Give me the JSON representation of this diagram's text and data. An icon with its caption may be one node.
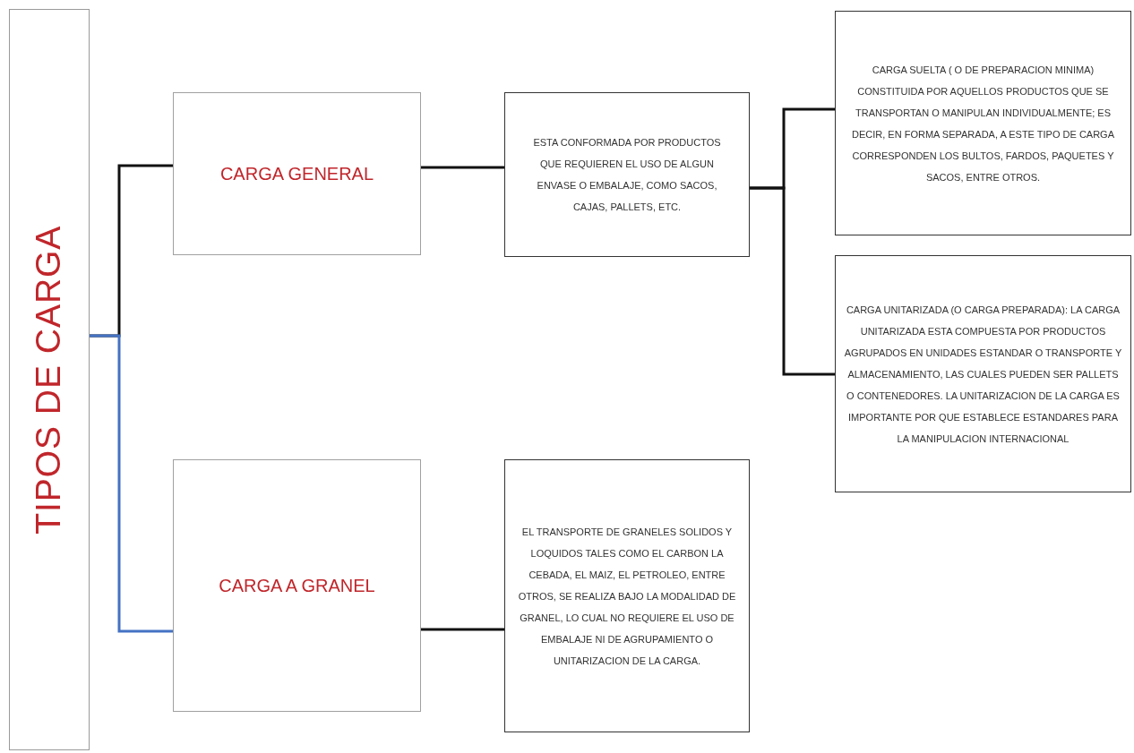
{
  "diagram": {
    "nodes": [
      {
        "text": [
          "TIPOS DE CARGA"
        ]
      },
      {
        "text": [
          "CARGA GENERAL"
        ]
      },
      {
        "text": [
          "ESTA CONFORMADA POR PRODUCTOS QUE REQUIEREN EL USO DE ALGUN ENVASE O EMBALAJE, COMO SACOS, CAJAS, PALLETS, ETC."
        ]
      },
      {
        "text": [
          "CARGA SUELTA ( O DE PREPARACION MINIMA) CONSTITUIDA POR AQUELLOS PRODUCTOS QUE SE TRANSPORTAN O MANIPULAN INDIVIDUALMENTE; ES DECIR, EN FORMA SEPARADA, A ESTE TIPO DE CARGA CORRESPONDEN LOS BULTOS, FARDOS, PAQUETES Y SACOS, ENTRE OTROS."
        ]
      },
      {
        "text": [
          "CARGA UNITARIZADA (O CARGA PREPARADA): LA CARGA UNITARIZADA ESTA COMPUESTA POR PRODUCTOS AGRUPADOS EN UNIDADES ESTANDAR O TRANSPORTE Y ALMACENAMIENTO, LAS CUALES PUEDEN SER PALLETS O CONTENEDORES. LA UNITARIZACION DE LA CARGA ES IMPORTANTE POR QUE ESTABLECE ESTANDARES PARA LA MANIPULACION INTERNACIONAL"
        ]
      },
      {
        "text": [
          "CARGA A GRANEL"
        ]
      },
      {
        "text": [
          "EL TRANSPORTE DE GRANELES SOLIDOS Y LOQUIDOS TALES COMO EL CARBON LA CEBADA, EL MAIZ, EL PETROLEO, ENTRE OTROS, SE REALIZA BAJO LA MODALIDAD DE GRANEL, LO CUAL NO REQUIERE EL USO DE EMBALAJE NI DE AGRUPAMIENTO O UNITARIZACION DE LA CARGA."
        ]
      }
    ],
    "edges": [
      {
        "from": 0,
        "to": 1,
        "arrow": "none"
      },
      {
        "from": 0,
        "to": 5,
        "arrow": "none",
        "color": "#4472c4"
      },
      {
        "from": 1,
        "to": 2,
        "arrow": "none"
      },
      {
        "from": 2,
        "to": 3,
        "arrow": "none"
      },
      {
        "from": 2,
        "to": 4,
        "arrow": "none"
      },
      {
        "from": 5,
        "to": 6,
        "arrow": "none"
      }
    ]
  }
}
